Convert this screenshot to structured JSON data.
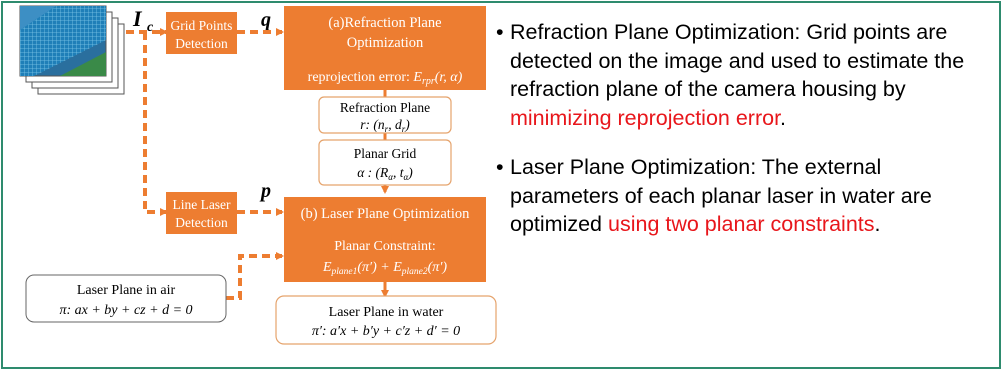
{
  "colors": {
    "border": "#2e8b6e",
    "orange": "#ed7d31",
    "highlight": "#e8161b"
  },
  "diagram": {
    "label_ic": "I",
    "label_ic_sub": "c",
    "label_q": "q",
    "label_p": "p",
    "grid_points_detection": [
      "Grid Points",
      "Detection"
    ],
    "line_laser_detection": [
      "Line Laser",
      "Detection"
    ],
    "refraction_opt": {
      "title": [
        "(a)Refraction Plane",
        "Optimization"
      ],
      "error_label": "reprojection error: ",
      "error_symbol": "E",
      "error_sub": "rpr",
      "error_args": "(r, α)"
    },
    "refraction_plane": {
      "title": "Refraction Plane",
      "formula_prefix": "r: (n",
      "formula_sub1": "r",
      "formula_mid": ", d",
      "formula_sub2": "r",
      "formula_suffix": ")"
    },
    "planar_grid": {
      "title": "Planar Grid",
      "formula_prefix": "α : (R",
      "formula_sub1": "α",
      "formula_mid": ", t",
      "formula_sub2": "α",
      "formula_suffix": ")"
    },
    "laser_opt": {
      "title": "(b) Laser Plane Optimization",
      "constraint_label": "Planar Constraint:",
      "e1": "E",
      "e1_sub": "plane1",
      "e1_args": "(π′) + ",
      "e2": "E",
      "e2_sub": "plane2",
      "e2_args": "(π′)"
    },
    "laser_air": {
      "title": "Laser Plane in air",
      "formula": "π: ax + by + cz + d = 0"
    },
    "laser_water": {
      "title": "Laser Plane in water",
      "formula": "π′: a′x + b′y + c′z + d′ = 0"
    }
  },
  "bullets": [
    {
      "marker": "•",
      "text": "Refraction Plane Optimization: Grid points are detected on the image and used to estimate the refraction plane of the camera housing by ",
      "highlight": "minimizing reprojection error",
      "end": "."
    },
    {
      "marker": "•",
      "text": "Laser Plane Optimization: The external parameters of each planar laser in water are optimized ",
      "highlight": "using two planar constraints",
      "end": "."
    }
  ]
}
